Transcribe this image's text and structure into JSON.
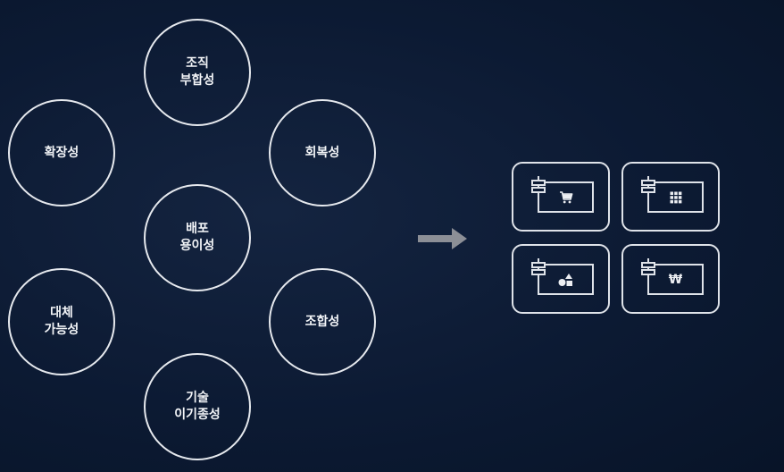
{
  "concepts": [
    {
      "line1": "조직",
      "line2": "부합성"
    },
    {
      "line1": "확장성",
      "line2": ""
    },
    {
      "line1": "회복성",
      "line2": ""
    },
    {
      "line1": "배포",
      "line2": "용이성"
    },
    {
      "line1": "대체",
      "line2": "가능성"
    },
    {
      "line1": "조합성",
      "line2": ""
    },
    {
      "line1": "기술",
      "line2": "이기종성"
    }
  ],
  "services": [
    {
      "icon": "cart-icon"
    },
    {
      "icon": "grid-icon"
    },
    {
      "icon": "shapes-icon"
    },
    {
      "icon": "won-icon",
      "symbol": "₩"
    }
  ],
  "colors": {
    "background": "#0c1a33",
    "stroke": "#e6e9ee",
    "arrow": "#8c8f96"
  }
}
